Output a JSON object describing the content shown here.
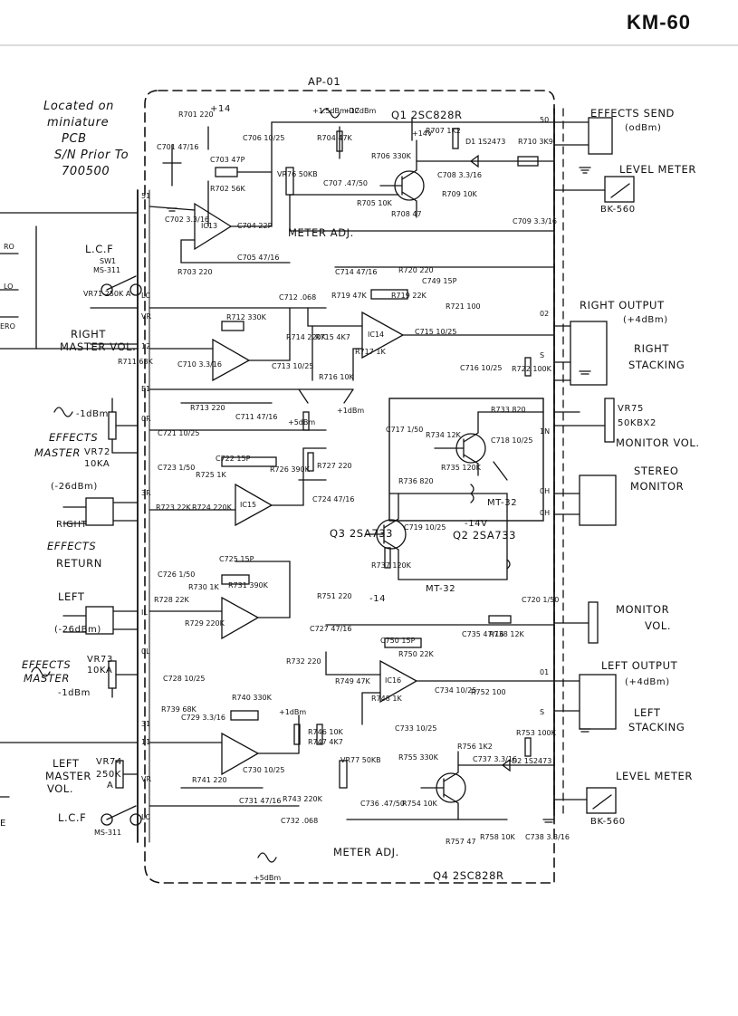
{
  "header": {
    "model": "KM-60"
  },
  "board": {
    "name": "AP-01"
  },
  "note": {
    "lines": [
      "Located on",
      "miniature",
      "PCB",
      "S/N Prior To",
      "700500"
    ]
  },
  "external": {
    "effects_send": "EFFECTS SEND",
    "effects_send_level": "(odBm)",
    "level_meter_top": "LEVEL METER",
    "meter_top_model": "BK-560",
    "right_output": "RIGHT OUTPUT",
    "right_output_level": "(+4dBm)",
    "right_stacking": [
      "RIGHT",
      "STACKING"
    ],
    "monitor_vol_pot": [
      "VR75",
      "50KBX2"
    ],
    "monitor_vol": "MONITOR VOL.",
    "stereo_monitor": [
      "STEREO",
      "MONITOR"
    ],
    "monitor_vol_lower": [
      "MONITOR",
      "VOL."
    ],
    "left_output": "LEFT OUTPUT",
    "left_output_level": "(+4dBm)",
    "left_stacking": [
      "LEFT",
      "STACKING"
    ],
    "level_meter_bottom": "LEVEL METER",
    "meter_bottom_model": "BK-560"
  },
  "left_side": {
    "lcf_top": "L.C.F",
    "lcf_top_switch": [
      "SW1",
      "MS-311"
    ],
    "right_master_vol": [
      "RIGHT",
      "MASTER VOL."
    ],
    "effects_master_r": [
      "EFFECTS",
      "MASTER"
    ],
    "effects_master_r_pot": [
      "VR72",
      "10KA"
    ],
    "effects_master_r_level": "-1dBm",
    "effects_return_level": "(-26dBm)",
    "right_in": "RIGHT",
    "effects_return": [
      "EFFECTS",
      "RETURN"
    ],
    "left_in": "LEFT",
    "left_in_level": "(-26dBm)",
    "effects_master_l": [
      "EFFECTS",
      "MASTER"
    ],
    "effects_master_l_pot": [
      "VR73",
      "10KA"
    ],
    "effects_master_l_level": "-1dBm",
    "left_master_vol": [
      "LEFT",
      "MASTER",
      "VOL."
    ],
    "left_master_pot": [
      "VR74",
      "250K",
      "A"
    ],
    "lcf_bottom": "L.C.F",
    "lcf_bottom_switch": "MS-311",
    "edge_labels": [
      "RO",
      "LO",
      "ERO",
      "E"
    ]
  },
  "meter_adj": [
    "METER ADJ.",
    "METER ADJ."
  ],
  "transistors": [
    "Q1 2SC828R",
    "Q2 2SA733",
    "Q3 2SA733",
    "Q4 2SC828R"
  ],
  "ics": [
    "IC13",
    "IC14",
    "IC15",
    "IC16"
  ],
  "transformers": [
    "MT-32",
    "MT-32"
  ],
  "rails": {
    "pos": "+14",
    "neg": "-14",
    "neg14v": "-14V",
    "pos14v": "+14V"
  },
  "levels": [
    "+1.5dBm DC",
    "+12dBm",
    "+5dBm",
    "+1dBm",
    "+1dBm",
    "+5dBm"
  ],
  "connector_pins": [
    "51",
    "LC",
    "VR",
    "12",
    "E1",
    "0R",
    "3R",
    "IL",
    "0L",
    "31",
    "11",
    "VR",
    "LC",
    "50",
    "02",
    "S",
    "1N",
    "0H",
    "0H",
    "01",
    "S"
  ],
  "components": [
    "R701 220",
    "C701 47/16",
    "C703 47P",
    "R702 56K",
    "C706 10/25",
    "R704 47K",
    "R707 1K2",
    "D1 1S2473",
    "R710 3K9",
    "R706 330K",
    "C708 3.3/16",
    "R709 10K",
    "C707 .47/50",
    "R705 10K",
    "R708 47",
    "VR76 50KB",
    "C702 3.3/16",
    "C704 22P",
    "R703 220",
    "C705 47/16",
    "C709 3.3/16",
    "C714 47/16",
    "R720 220",
    "C749 15P",
    "VR71 250K A",
    "C712 .068",
    "R712 330K",
    "R719 47K",
    "R719 22K",
    "R721 100",
    "R714 220K",
    "R715 4K7",
    "R717 1K",
    "C715 10/25",
    "R711 68K",
    "C710 3.3/16",
    "C713 10/25",
    "R716 10K",
    "C716 10/25",
    "R722 100K",
    "R713 220",
    "C711 47/16",
    "C717 1/50",
    "R734 12K",
    "R733 820",
    "C718 10/25",
    "R735 120K",
    "C721 10/25",
    "C722 15P",
    "R727 220",
    "C723 1/50",
    "R725 1K",
    "R726 390K",
    "R723 22K",
    "R724 220K",
    "C724 47/16",
    "R736 820",
    "C719 10/25",
    "R737 120K",
    "C726 1/50",
    "C725 15P",
    "R730 1K",
    "R731 390K",
    "R728 22K",
    "R729 220K",
    "R751 220",
    "C720 1/50",
    "C750 15P",
    "C735 47/16",
    "R738 12K",
    "R750 22K",
    "C727 47/16",
    "R732 220",
    "R749 47K",
    "R748 1K",
    "C734 10/25",
    "R752 100",
    "C728 10/25",
    "R739 68K",
    "C729 3.3/16",
    "R740 330K",
    "R746 10K",
    "R747 4K7",
    "C733 10/25",
    "R753 100K",
    "R756 1K2",
    "R755 330K",
    "D2 1S2473",
    "R741 220",
    "C730 10/25",
    "C731 47/16",
    "R743 220K",
    "C732 .068",
    "VR77 50KB",
    "C736 .47/50",
    "R754 10K",
    "C737 3.3/16",
    "R757 47",
    "R758 10K",
    "C738 3.3/16"
  ]
}
